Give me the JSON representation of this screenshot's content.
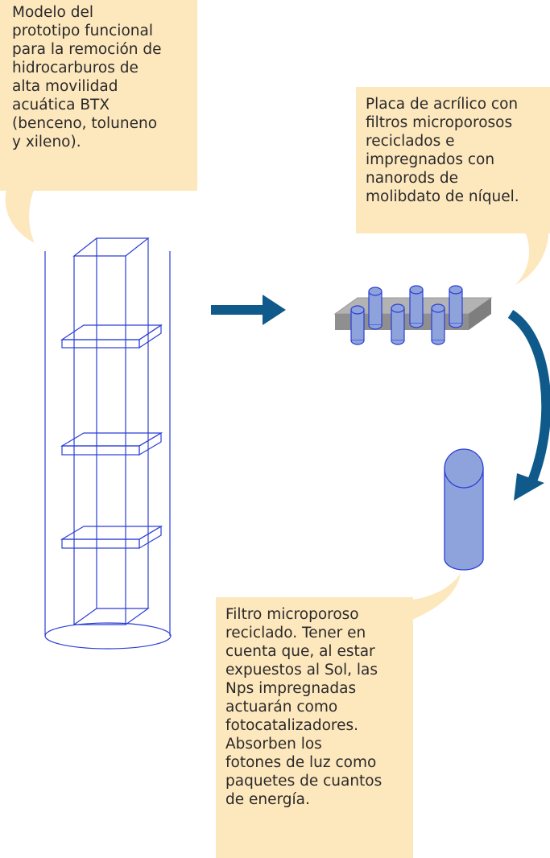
{
  "callouts": {
    "prototype_model": "Modelo del\nprototipo funcional\npara la remoción de\nhidrocarburos de\nalta movilidad\nacuática BTX\n(benceno, toluneno\ny xileno).",
    "acrylic_plate": "Placa de acrílico con\nfiltros microporosos\nreciclados e\nimpregnados con\nnanorods de\nmolibdato de níquel.",
    "recycled_filter": "Filtro microporoso\nreciclado. Tener en\ncuenta que, al estar\nexpuestos al Sol, las\nNps impregnadas\nactuarán como\nfotocatalizadores.\nAbsorben los\nfotones de luz como\npaquetes de cuantos\nde energía."
  },
  "colors": {
    "callout_fill": "#fde7bd",
    "column_line": "#2b3fd6",
    "arrow": "#0f5a8a",
    "rod_fill": "#8ea3dc",
    "rod_stroke": "#2b3fd6",
    "plate_top": "#b3b3b3",
    "plate_side": "#8f8f8f"
  }
}
